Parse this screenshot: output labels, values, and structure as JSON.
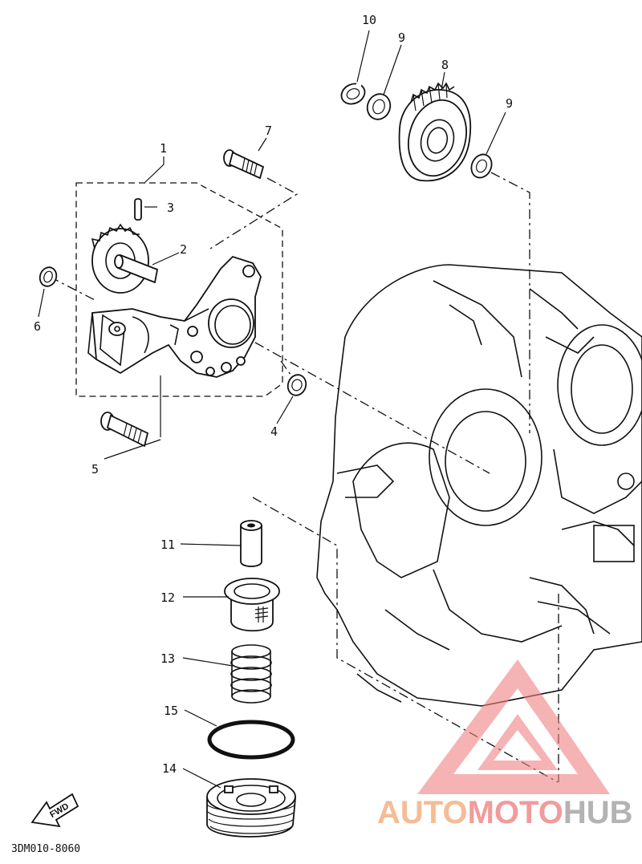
{
  "diagram": {
    "callouts": [
      "1",
      "2",
      "3",
      "4",
      "5",
      "6",
      "7",
      "8",
      "9",
      "9",
      "10",
      "11",
      "12",
      "13",
      "14",
      "15"
    ],
    "fwd_label": "FWD",
    "drawing_code": "3DM010-8060"
  },
  "watermark": {
    "part1": "AUTO",
    "part2": "MOTO",
    "part3": "HUB",
    "colors": {
      "auto": "#f4b183",
      "moto": "#ef8a8a",
      "hub": "#a6a6a6",
      "triangle": "#f08080"
    }
  }
}
